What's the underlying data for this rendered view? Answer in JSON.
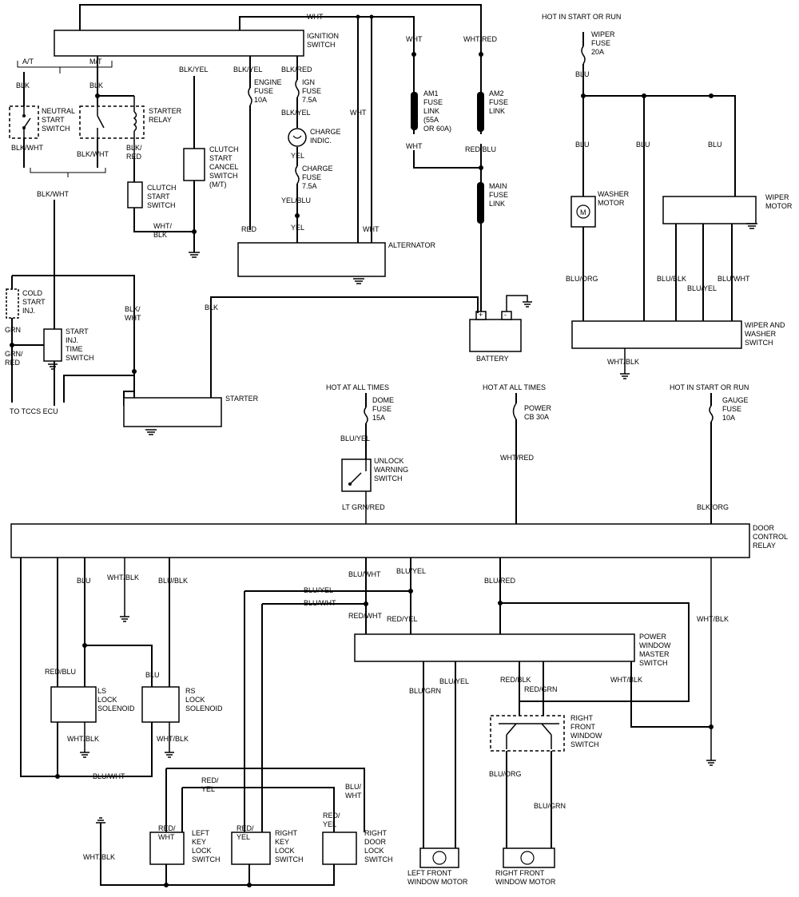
{
  "labels": {
    "ign_switch": "IGNITION\nSWITCH",
    "wht_top": "WHT",
    "wht_am1": "WHT",
    "wht_red_am2": "WHT/RED",
    "at": "A/T",
    "mt": "M/T",
    "blk_at": "BLK",
    "blk_mt": "BLK",
    "neutral_start_switch": "NEUTRAL\nSTART\nSWITCH",
    "starter_relay": "STARTER\nRELAY",
    "blk_wht_ns": "BLK/WHT",
    "blk_wht_sr": "BLK/WHT",
    "blk_wht_main": "BLK/WHT",
    "blk_red_sr": "BLK/\nRED",
    "blk_yel_clutch": "BLK/YEL",
    "blk_yel_eng": "BLK/YEL",
    "blk_red_ign": "BLK/RED",
    "engine_fuse": "ENGINE\nFUSE\n10A",
    "ign_fuse": "IGN\nFUSE\n7.5A",
    "blk_yel_charge": "BLK/YEL",
    "charge_indic": "CHARGE\nINDIC.",
    "yel_charge": "YEL",
    "charge_fuse": "CHARGE\nFUSE\n7.5A",
    "yel_blu": "YEL/BLU",
    "yel_alt": "YEL",
    "red_alt": "RED",
    "wht_alt_a": "WHT",
    "wht_alt_b": "WHT",
    "alternator": "ALTERNATOR",
    "clutch_start_cancel": "CLUTCH\nSTART\nCANCEL\nSWITCH\n(M/T)",
    "clutch_start_switch": "CLUTCH\nSTART\nSWITCH",
    "wht_blk_clutch": "WHT/\nBLK",
    "am1_fuse": "AM1\nFUSE\nLINK\n(55A\nOR 60A)",
    "wht_am1_below": "WHT",
    "am2_fuse": "AM2\nFUSE\nLINK",
    "red_blu_am2": "RED/BLU",
    "main_fuse": "MAIN\nFUSE\nLINK",
    "battery": "BATTERY",
    "cold_start": "COLD\nSTART\nINJ.",
    "grn": "GRN",
    "start_inj_time": "START\nINJ.\nTIME\nSWITCH",
    "grn_red": "GRN/\nRED",
    "to_tccs": "TO TCCS ECU",
    "blk_wht_starter": "BLK/\nWHT",
    "blk_starter": "BLK",
    "starter": "STARTER",
    "hot_start_run_1": "HOT IN START OR RUN",
    "wiper_fuse": "WIPER\nFUSE\n20A",
    "blu_main": "BLU",
    "blu_washer": "BLU",
    "blu_mid": "BLU",
    "blu_wiper": "BLU",
    "washer_motor": "WASHER\nMOTOR",
    "wiper_motor": "WIPER\nMOTOR",
    "blu_org_washer": "BLU/ORG",
    "blu_blk_wiper": "BLU/BLK",
    "blu_yel_wiper": "BLU/YEL",
    "blu_wht_wiper": "BLU/WHT",
    "wiper_washer_switch": "WIPER AND\nWASHER\nSWITCH",
    "wht_blk_wiper": "WHT/BLK",
    "hot_all_times_1": "HOT AT ALL TIMES",
    "dome_fuse": "DOME\nFUSE\n15A",
    "blu_yel_dome": "BLU/YEL",
    "unlock_warning": "UNLOCK\nWARNING\nSWITCH",
    "lt_grn_red": "LT GRN/RED",
    "hot_all_times_2": "HOT AT ALL TIMES",
    "power_cb": "POWER\nCB 30A",
    "wht_red_cb": "WHT/RED",
    "hot_start_run_2": "HOT IN START OR RUN",
    "gauge_fuse": "GAUGE\nFUSE\n10A",
    "blk_org": "BLK/ORG",
    "door_control_relay": "DOOR\nCONTROL\nRELAY",
    "blu_dcr": "BLU",
    "wht_blk_dcr": "WHT/BLK",
    "blu_blk_dcr": "BLU/BLK",
    "blu_wht_dcr": "BLU/WHT",
    "blu_yel_dcr": "BLU/YEL",
    "blu_red_dcr": "BLU/RED",
    "blu_yel_run": "BLU/YEL",
    "blu_wht_run": "BLU/WHT",
    "red_wht_pw": "RED/WHT",
    "red_yel_pw": "RED/YEL",
    "wht_blk_right": "WHT/BLK",
    "power_window_master": "POWER\nWINDOW\nMASTER\nSWITCH",
    "red_blu_ls": "RED/BLU",
    "blu_rs": "BLU",
    "ls_lock": "LS\nLOCK\nSOLENOID",
    "rs_lock": "RS\nLOCK\nSOLENOID",
    "wht_blk_ls": "WHT/BLK",
    "wht_blk_rs": "WHT/BLK",
    "blu_wht_bottom": "BLU/WHT",
    "blu_grn_lf": "BLU/GRN",
    "blu_yel_lf": "BLU/YEL",
    "red_blk_rf": "RED/BLK",
    "red_grn_rf": "RED/GRN",
    "wht_blk_pw": "WHT/BLK",
    "right_front_switch": "RIGHT\nFRONT\nWINDOW\nSWITCH",
    "blu_org_rf": "BLU/ORG",
    "blu_grn_rf": "BLU/GRN",
    "red_yel_key": "RED/\nYEL",
    "blu_wht_key": "BLU/\nWHT",
    "red_wht_key": "RED/\nWHT",
    "red_yel_key2": "RED/\nYEL",
    "red_yel_key3": "RED/\nYEL",
    "left_key_lock": "LEFT\nKEY\nLOCK\nSWITCH",
    "right_key_lock": "RIGHT\nKEY\nLOCK\nSWITCH",
    "right_door_lock": "RIGHT\nDOOR\nLOCK\nSWITCH",
    "wht_blk_key": "WHT/BLK",
    "left_front_motor": "LEFT FRONT\nWINDOW MOTOR",
    "right_front_motor": "RIGHT FRONT\nWINDOW MOTOR",
    "battery_plus": "+",
    "battery_minus": "-",
    "motor_m": "M"
  },
  "icons": [
    "fuse-icon",
    "fuse-link-icon",
    "ground-icon",
    "motor-icon",
    "lamp-icon",
    "switch-icon",
    "relay-coil-icon",
    "splice-icon"
  ]
}
